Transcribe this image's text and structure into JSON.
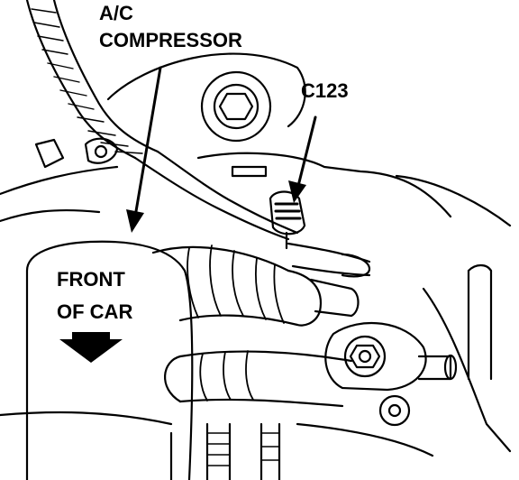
{
  "labels": {
    "compressor_line1": "A/C",
    "compressor_line2": "COMPRESSOR",
    "connector": "C123",
    "front_line1": "FRONT",
    "front_line2": "OF CAR"
  },
  "colors": {
    "ink": "#000000",
    "paper": "#ffffff"
  }
}
